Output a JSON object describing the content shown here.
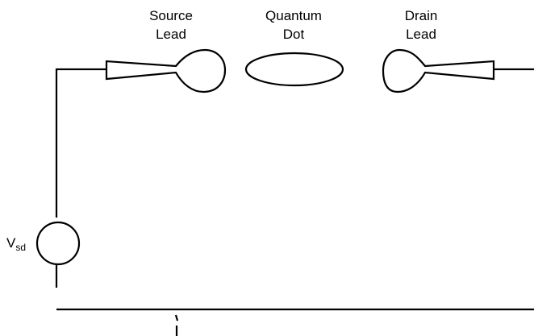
{
  "diagram": {
    "source_lead": {
      "line1": "Source",
      "line2": "Lead"
    },
    "quantum_dot": {
      "line1": "Quantum",
      "line2": "Dot"
    },
    "drain_lead": {
      "line1": "Drain",
      "line2": "Lead"
    },
    "voltage_source": {
      "main": "V",
      "subscript": "sd"
    }
  }
}
